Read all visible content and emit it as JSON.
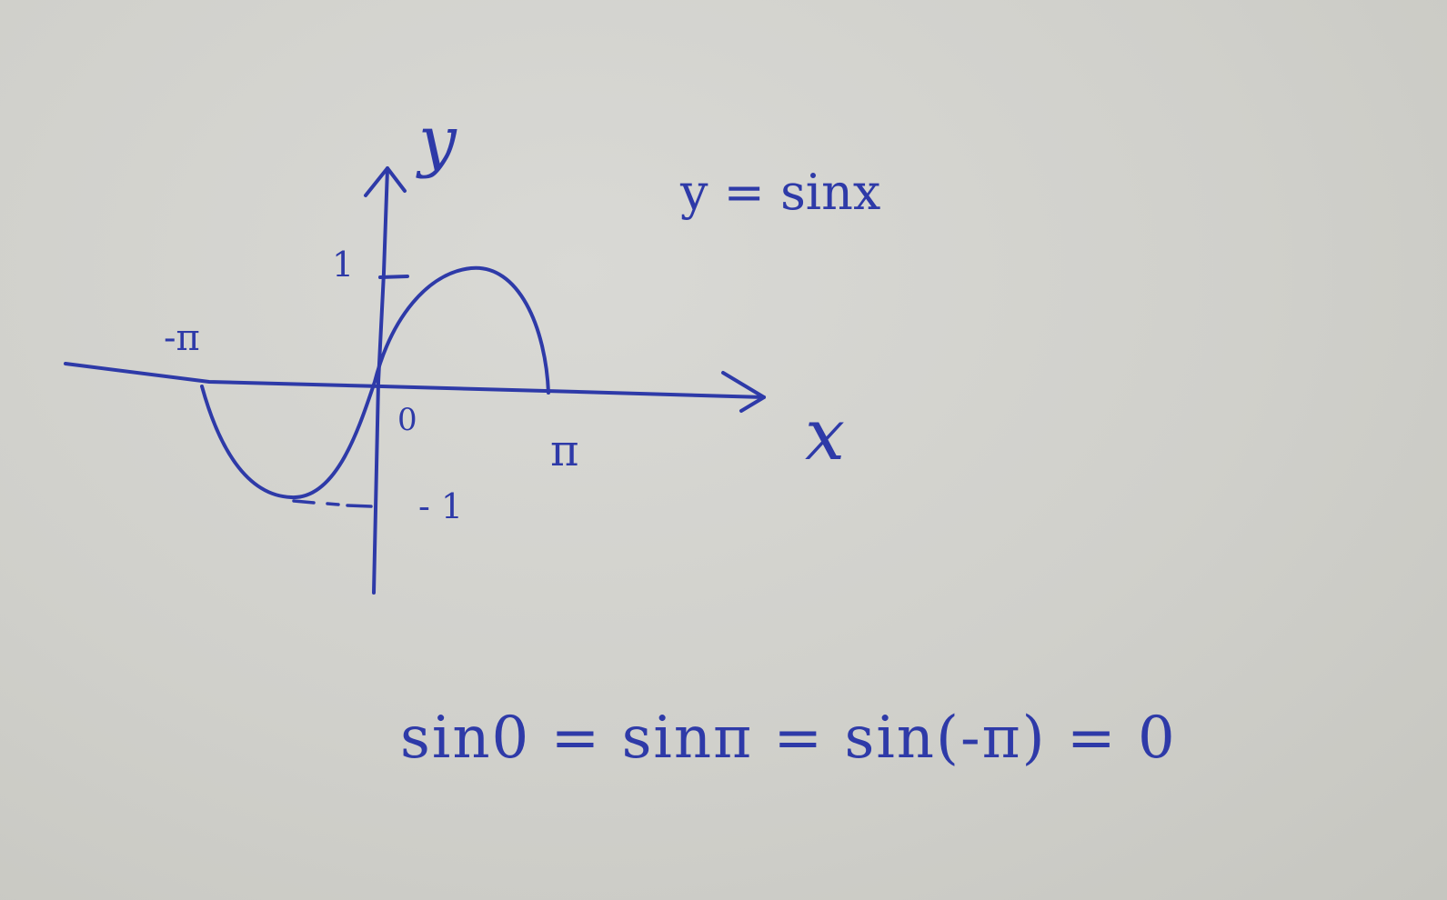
{
  "diagram": {
    "axis_label_x": "x",
    "axis_label_y": "y",
    "function_label": "y = sinx",
    "origin_label": "0",
    "tick_label_one": "1",
    "tick_label_neg_one": "- 1",
    "tick_label_pi": "π",
    "tick_label_neg_pi": "-π"
  },
  "equation": {
    "text": "sin0 = sinπ = sin(-π) = 0"
  },
  "colors": {
    "ink": "#2e3aa8",
    "paper": "#d3d3ce"
  }
}
